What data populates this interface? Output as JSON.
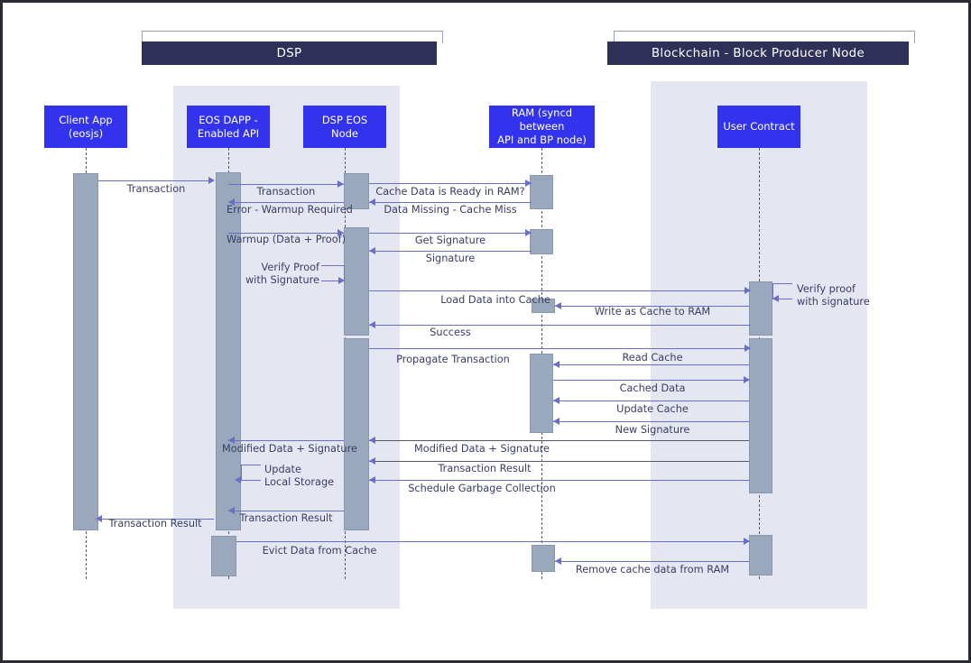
{
  "diagram": {
    "title": "DSP cache warmup and transaction sequence",
    "type": "sequence-diagram"
  },
  "groups": [
    {
      "id": "dsp",
      "label": "DSP"
    },
    {
      "id": "blockchain",
      "label": "Blockchain - Block Producer Node"
    }
  ],
  "participants": [
    {
      "id": "client",
      "label": "Client App\n(eosjs)"
    },
    {
      "id": "api",
      "label": "EOS DAPP -\nEnabled API"
    },
    {
      "id": "dspnode",
      "label": "DSP EOS Node"
    },
    {
      "id": "ram",
      "label": "RAM (syncd between\nAPI and BP node)"
    },
    {
      "id": "contract",
      "label": "User Contract"
    }
  ],
  "messages": [
    {
      "id": "m01",
      "label": "Transaction"
    },
    {
      "id": "m02",
      "label": "Transaction"
    },
    {
      "id": "m03",
      "label": "Cache Data is Ready in RAM?"
    },
    {
      "id": "m04",
      "label": "Data Missing - Cache Miss"
    },
    {
      "id": "m05",
      "label": "Error - Warmup Required"
    },
    {
      "id": "m06",
      "label": "Warmup (Data + Proof)"
    },
    {
      "id": "m07",
      "label": "Get Signature"
    },
    {
      "id": "m08",
      "label": "Signature"
    },
    {
      "id": "m09",
      "label": "Verify Proof\nwith Signature"
    },
    {
      "id": "m10",
      "label": "Load Data into Cache"
    },
    {
      "id": "m11",
      "label": "Verify proof\nwith signature"
    },
    {
      "id": "m12",
      "label": "Write as Cache to RAM"
    },
    {
      "id": "m13",
      "label": "Success"
    },
    {
      "id": "m14",
      "label": "Propagate Transaction"
    },
    {
      "id": "m15",
      "label": "Read Cache"
    },
    {
      "id": "m16",
      "label": "Cached Data"
    },
    {
      "id": "m17",
      "label": "Update Cache"
    },
    {
      "id": "m18",
      "label": "New Signature"
    },
    {
      "id": "m19",
      "label": "Modified Data + Signature"
    },
    {
      "id": "m20",
      "label": "Modified Data + Signature"
    },
    {
      "id": "m21",
      "label": "Transaction Result"
    },
    {
      "id": "m22",
      "label": "Update\nLocal Storage"
    },
    {
      "id": "m23",
      "label": "Schedule Garbage Collection"
    },
    {
      "id": "m24",
      "label": "Transaction Result"
    },
    {
      "id": "m25",
      "label": "Transaction Result"
    },
    {
      "id": "m26",
      "label": "Evict Data from Cache"
    },
    {
      "id": "m27",
      "label": "Remove cache data from RAM"
    }
  ],
  "colors": {
    "group_header": "#2e3057",
    "participant": "#3333ee",
    "group_body": "#e4e7f2",
    "activation": "#9aa8bd",
    "message": "#6b6fc4",
    "frame": "#2b2b33"
  }
}
